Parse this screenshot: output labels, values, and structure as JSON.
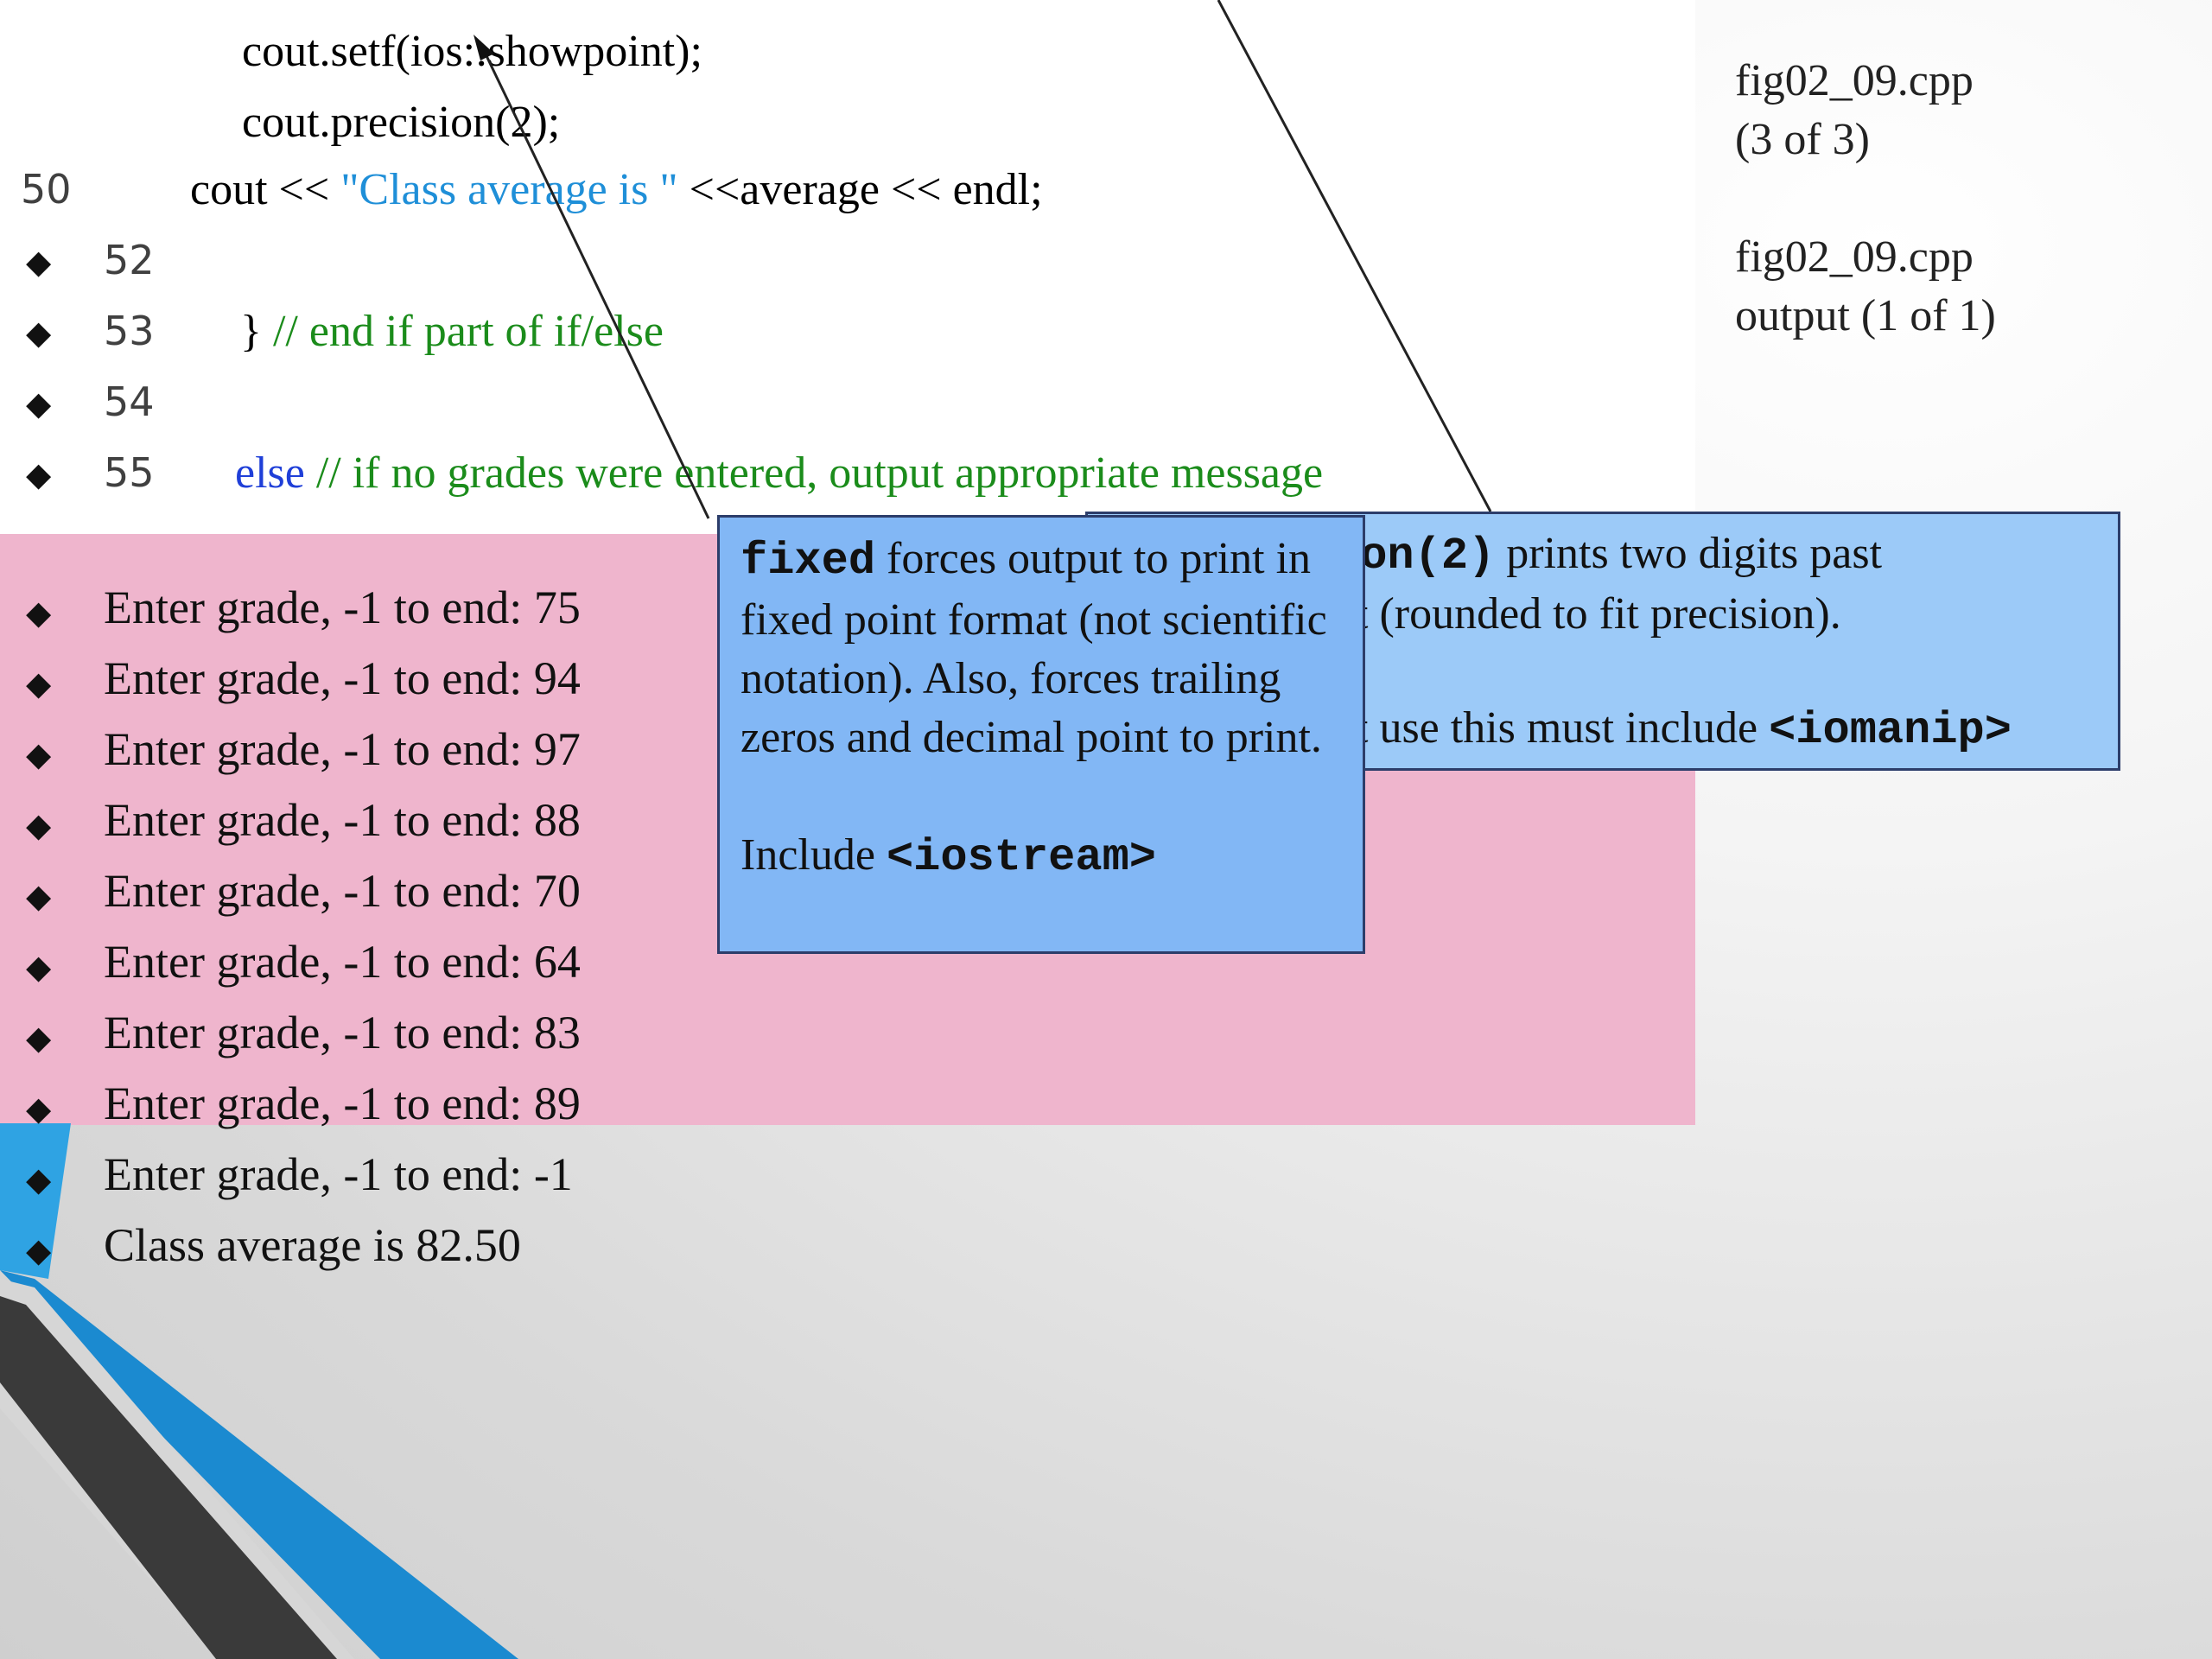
{
  "code": {
    "lines": [
      {
        "num": "",
        "text": "cout.setf(ios::showpoint);"
      },
      {
        "num": "",
        "text": "cout.precision(2);"
      },
      {
        "num": "50",
        "pre": "cout << ",
        "str": "\"Class average is \"",
        "post": " <<average << endl;"
      },
      {
        "num": "52",
        "text": ""
      },
      {
        "num": "53",
        "pre": "} ",
        "cmt": "// end if part of if/else"
      },
      {
        "num": "54",
        "text": ""
      },
      {
        "num": "55",
        "kw": "else",
        "cmt": " // if no grades were entered, output appropriate message"
      }
    ]
  },
  "side_notes": {
    "file_a": "fig02_09.cpp",
    "file_a_part": "(3 of 3)",
    "file_b": "fig02_09.cpp",
    "file_b_part": "output (1 of 1)"
  },
  "output": {
    "lines": [
      "Enter grade, -1 to end: 75",
      "Enter grade, -1 to end: 94",
      "Enter grade, -1 to end: 97",
      "Enter grade, -1 to end: 88",
      "Enter grade, -1 to end: 70",
      "Enter grade, -1 to end: 64",
      "Enter grade, -1 to end: 83",
      "Enter grade, -1 to end: 89",
      "Enter grade, -1 to end: -1",
      "Class average is 82.50"
    ]
  },
  "callouts": {
    "precision": {
      "code": "ion(2)",
      "text1": " prints two digits past",
      "text2": "t (rounded to fit precision).",
      "text3": "t use this must include ",
      "include": "<iomanip>"
    },
    "fixed": {
      "code": "fixed",
      "text": " forces output to print in fixed point format (not scientific notation). Also, forces trailing zeros and decimal point to print.",
      "include_label": "Include ",
      "include_code": "<iostream>"
    }
  },
  "bullet_glyph": "◆",
  "colors": {
    "output_bg": "#efb5cd",
    "callout_bg": "#82b7f5",
    "string": "#1f8fd8",
    "keyword": "#1f3fd8",
    "comment": "#1b8c1b",
    "accent_blue": "#1b8ad0",
    "accent_dark": "#3b3b3b"
  }
}
